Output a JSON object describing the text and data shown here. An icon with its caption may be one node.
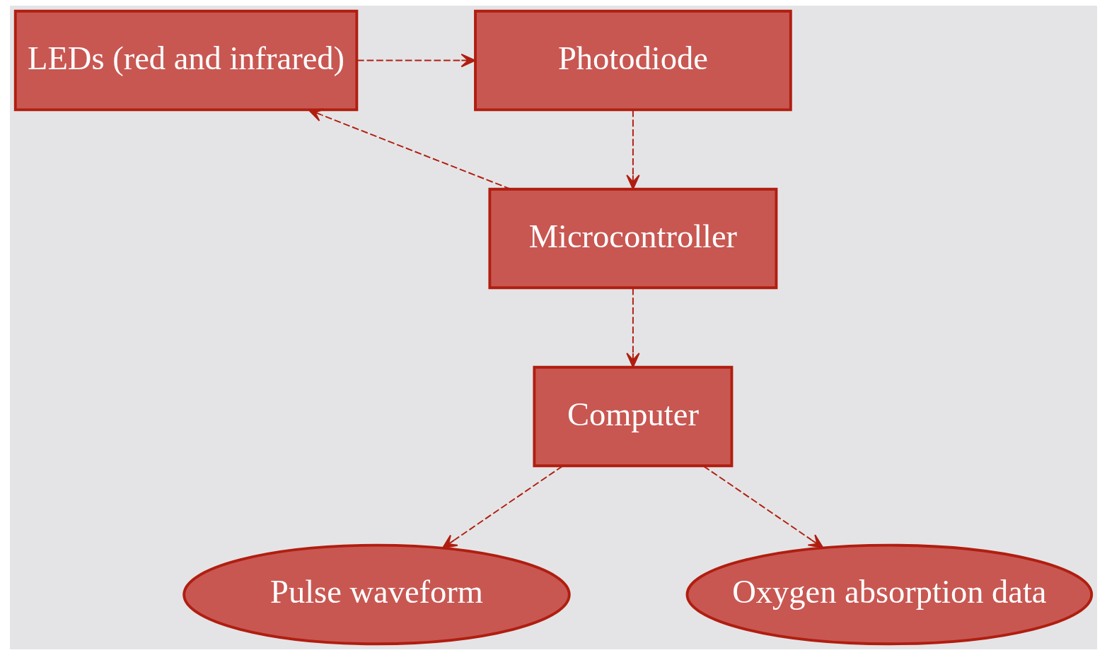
{
  "diagram": {
    "nodes": [
      {
        "text": [
          "Photodiode"
        ]
      },
      {
        "text": [
          "LEDs (red and infrared)"
        ]
      },
      {
        "text": [
          "Microcontroller"
        ]
      },
      {
        "text": [
          "Computer"
        ]
      },
      {
        "text": [
          "Pulse waveform"
        ]
      },
      {
        "text": [
          "Oxygen absorption data"
        ]
      }
    ],
    "edges": [
      {
        "from": 1,
        "to": 0,
        "arrow": "to",
        "style": "dashed"
      },
      {
        "from": 0,
        "to": 2,
        "arrow": "to",
        "style": "dashed"
      },
      {
        "from": 2,
        "to": 1,
        "arrow": "to",
        "style": "dashed"
      },
      {
        "from": 2,
        "to": 3,
        "arrow": "to",
        "style": "dashed"
      },
      {
        "from": 3,
        "to": 4,
        "arrow": "to",
        "style": "dashed"
      },
      {
        "from": 3,
        "to": 5,
        "arrow": "to",
        "style": "dashed"
      }
    ]
  }
}
